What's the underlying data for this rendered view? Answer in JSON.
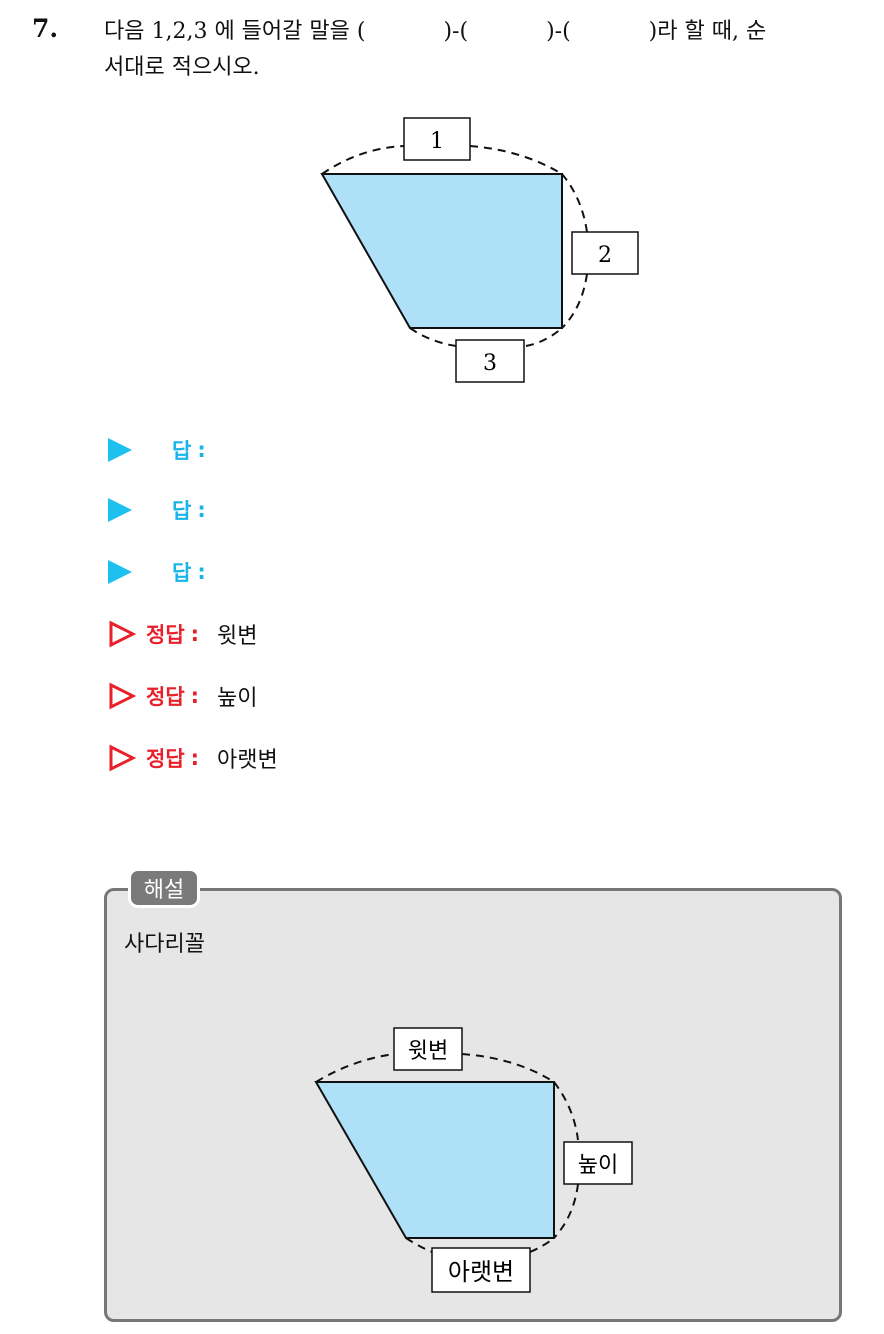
{
  "question": {
    "number": "7.",
    "text_before": "다음 1,2,3 에 들어갈 말을 (",
    "sep1": ")-(",
    "sep2": ")-(",
    "text_after": ")라 할 때, 순",
    "line2": "서대로 적으시오."
  },
  "figure": {
    "label_top": "1",
    "label_right": "2",
    "label_bottom": "3",
    "fill_color": "#aee0f8"
  },
  "answers": [
    {
      "label": "답",
      "colon": ":"
    },
    {
      "label": "답",
      "colon": ":"
    },
    {
      "label": "답",
      "colon": ":"
    }
  ],
  "correct": [
    {
      "label": "정답",
      "colon": ":",
      "value": "윗변"
    },
    {
      "label": "정답",
      "colon": ":",
      "value": "높이"
    },
    {
      "label": "정답",
      "colon": ":",
      "value": "아랫변"
    }
  ],
  "explanation": {
    "tag": "해설",
    "text": "사다리꼴",
    "label_top": "윗변",
    "label_right": "높이",
    "label_bottom": "아랫변"
  },
  "colors": {
    "answer_accent": "#19b4e8",
    "correct_accent": "#e8202a",
    "panel_bg": "#e6e6e6"
  }
}
